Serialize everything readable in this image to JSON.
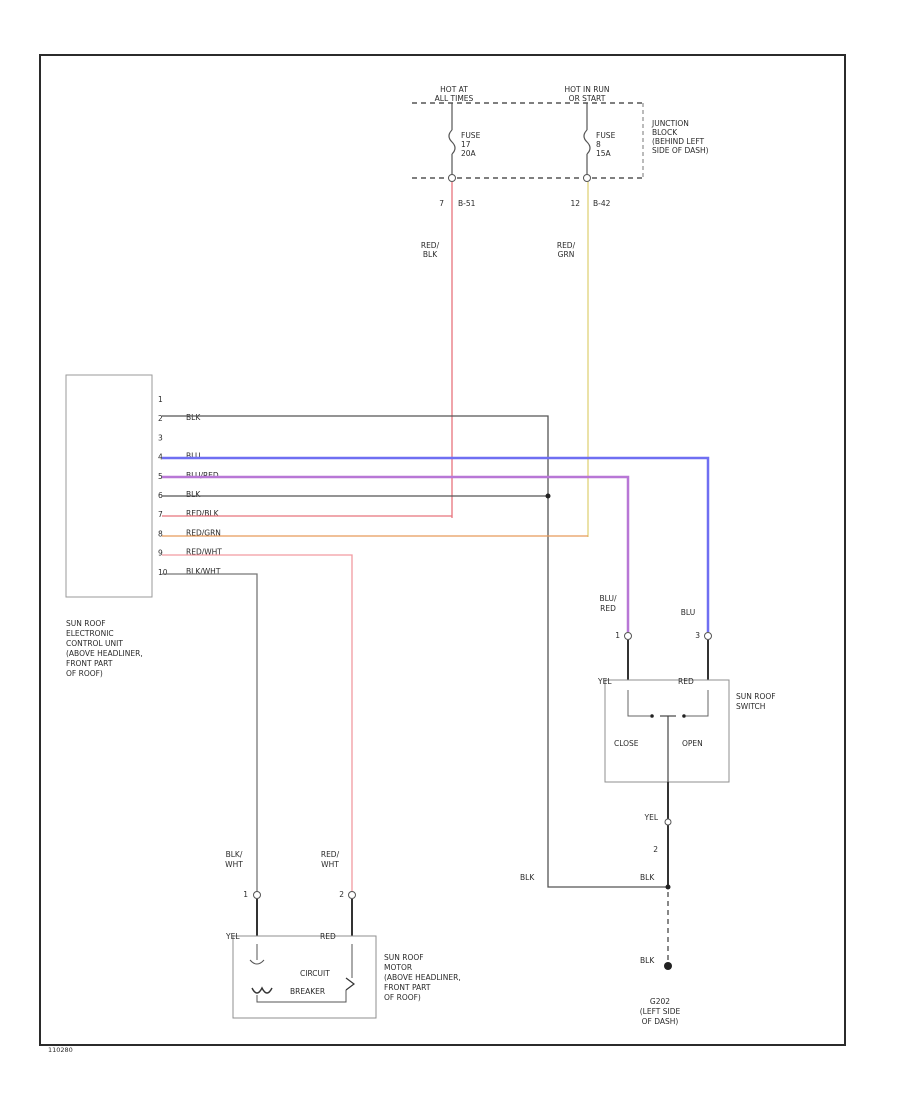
{
  "power": {
    "hot1_l1": "HOT AT",
    "hot1_l2": "ALL TIMES",
    "hot2_l1": "HOT IN RUN",
    "hot2_l2": "OR START",
    "fuse1_l1": "FUSE",
    "fuse1_l2": "17",
    "fuse1_l3": "20A",
    "fuse2_l1": "FUSE",
    "fuse2_l2": "8",
    "fuse2_l3": "15A",
    "junction_l1": "JUNCTION",
    "junction_l2": "BLOCK",
    "junction_l3": "(BEHIND LEFT",
    "junction_l4": "SIDE OF DASH)",
    "conn1_pin": "7",
    "conn1_id": "B-51",
    "conn2_pin": "12",
    "conn2_id": "B-42"
  },
  "wires": {
    "red_blk_l1": "RED/",
    "red_blk_l2": "BLK",
    "red_grn_l1": "RED/",
    "red_grn_l2": "GRN",
    "blu_red_l1": "BLU/",
    "blu_red_l2": "RED",
    "blu": "BLU",
    "motor_blk_l1": "BLK/",
    "motor_blk_l2": "WHT",
    "motor_red_l1": "RED/",
    "motor_red_l2": "WHT",
    "blk_ground": "BLK",
    "blk_ground2": "BLK",
    "blk_ground3": "BLK"
  },
  "ecu": {
    "pins": [
      "1",
      "2",
      "3",
      "4",
      "5",
      "6",
      "7",
      "8",
      "9",
      "10"
    ],
    "wire_labels": [
      "",
      "BLK",
      "",
      "BLU",
      "BLU/RED",
      "BLK",
      "RED/BLK",
      "RED/GRN",
      "RED/WHT",
      "BLK/WHT"
    ],
    "label_l1": "SUN ROOF",
    "label_l2": "ELECTRONIC",
    "label_l3": "CONTROL UNIT",
    "label_l4": "(ABOVE HEADLINER,",
    "label_l5": "FRONT PART",
    "label_l6": "OF ROOF)"
  },
  "switch": {
    "pin_left": "1",
    "pin_right": "3",
    "wire_left": "YEL",
    "wire_right": "RED",
    "close": "CLOSE",
    "open": "OPEN",
    "label_l1": "SUN ROOF",
    "label_l2": "SWITCH",
    "pin_bottom": "2",
    "gnd_mark": "YEL"
  },
  "motor": {
    "pin_left": "1",
    "pin_right": "2",
    "wire_left": "YEL",
    "wire_right": "RED",
    "cb_l1": "CIRCUIT",
    "cb_l2": "BREAKER",
    "label_l1": "SUN ROOF",
    "label_l2": "MOTOR",
    "label_l3": "(ABOVE HEADLINER,",
    "label_l4": "FRONT PART",
    "label_l5": "OF ROOF)"
  },
  "ground": {
    "id": "G202",
    "l1": "(LEFT SIDE",
    "l2": "OF DASH)"
  },
  "footer_code": "110280",
  "colors": {
    "red_blk": "#e8737c",
    "red_grn": "#e0d27a",
    "blu": "#6f6ff2",
    "blu_red": "#b877d6",
    "red_wht": "#f29aa0",
    "orange": "#e89a5a",
    "black": "#555555"
  }
}
